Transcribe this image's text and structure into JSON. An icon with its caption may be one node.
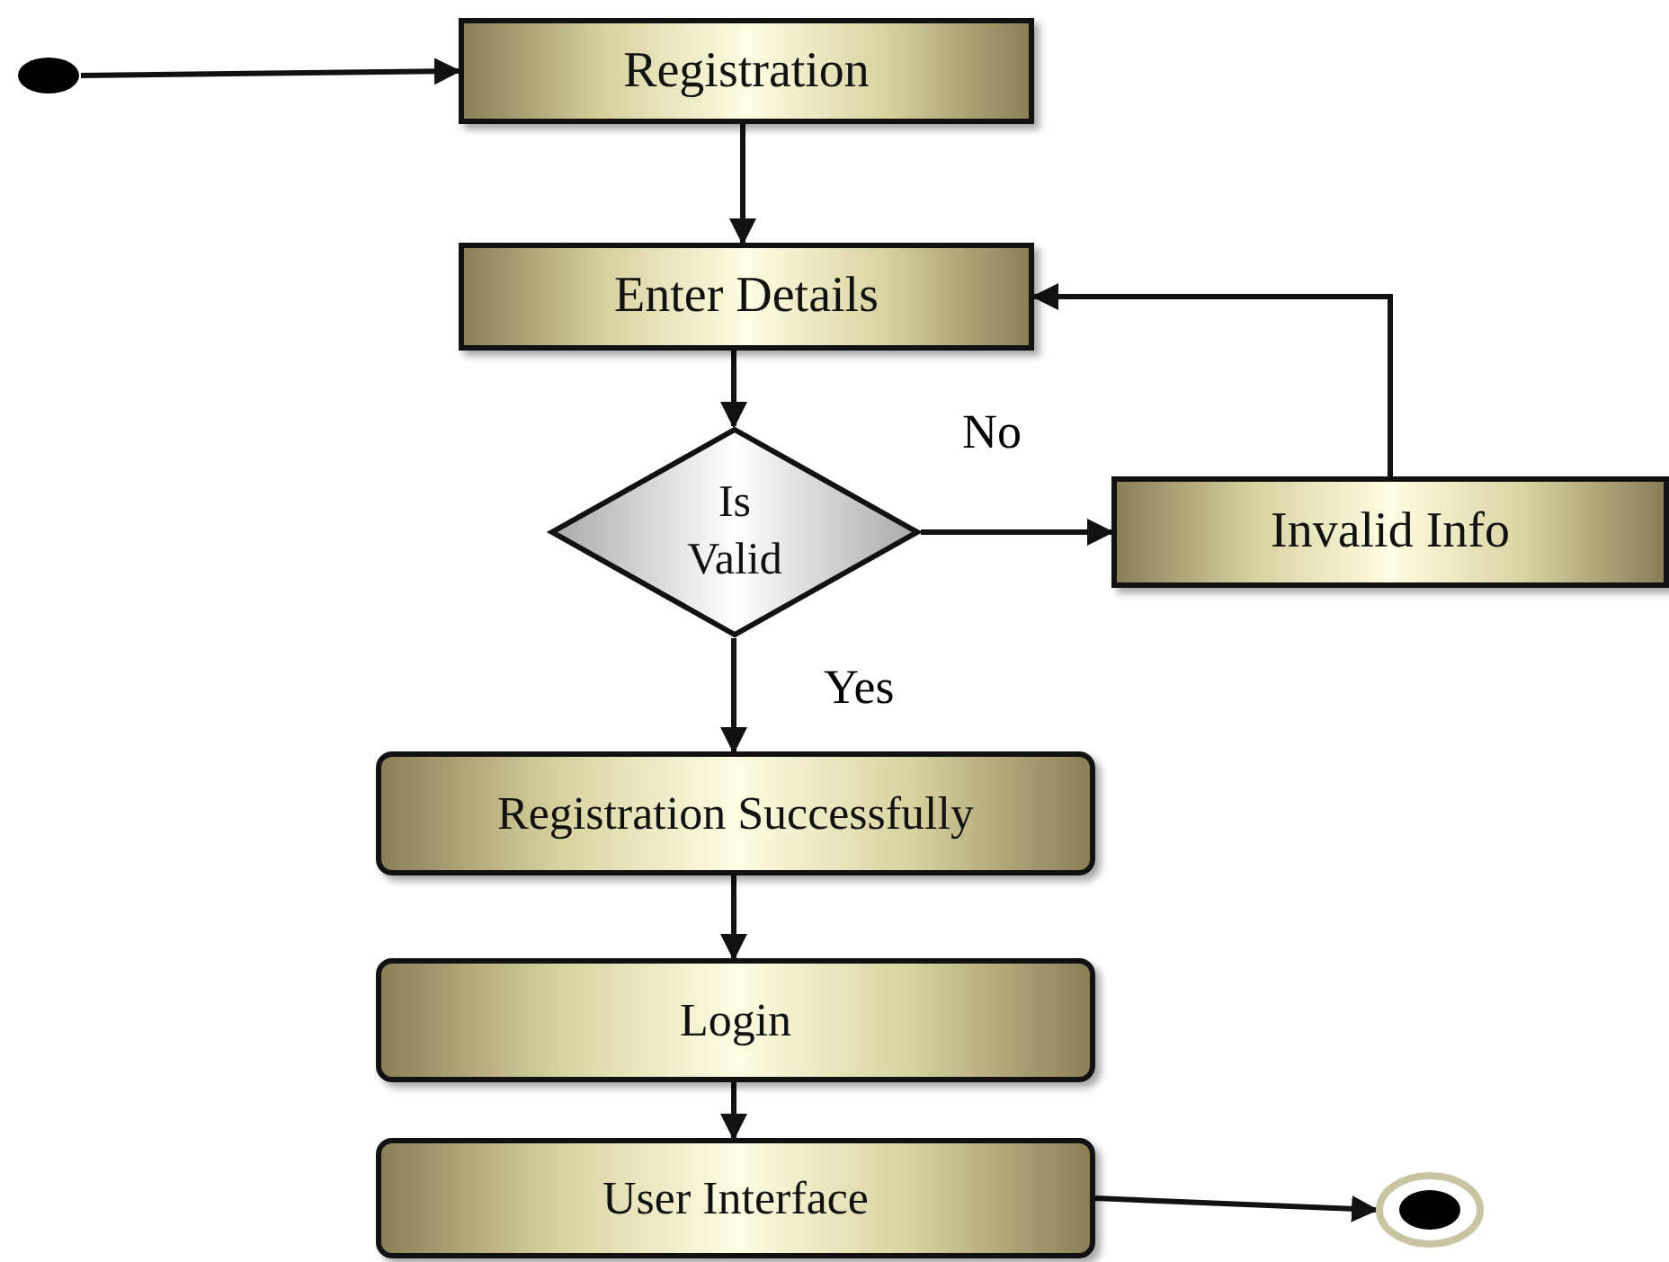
{
  "diagram": {
    "nodes": [
      {
        "text": [],
        "shape": "circle"
      },
      {
        "text": [
          "Registration"
        ]
      },
      {
        "text": [
          "Enter Details"
        ]
      },
      {
        "text": [
          "Is Valid"
        ]
      },
      {
        "text": [
          "Invalid Info"
        ]
      },
      {
        "text": [
          "Registration Successfully"
        ]
      },
      {
        "text": [
          "Login"
        ]
      },
      {
        "text": [
          "User Interface"
        ]
      },
      {
        "text": [],
        "shape": "circle"
      }
    ],
    "edges": [
      {
        "from": 0,
        "to": 1,
        "arrow": "to"
      },
      {
        "from": 1,
        "to": 2,
        "arrow": "to"
      },
      {
        "from": 2,
        "to": 3,
        "arrow": "to"
      },
      {
        "from": 3,
        "to": 4,
        "arrow": "to",
        "label": "No"
      },
      {
        "from": 4,
        "to": 2,
        "arrow": "to"
      },
      {
        "from": 3,
        "to": 5,
        "arrow": "to",
        "label": "Yes"
      },
      {
        "from": 5,
        "to": 6,
        "arrow": "to"
      },
      {
        "from": 6,
        "to": 7,
        "arrow": "to"
      },
      {
        "from": 7,
        "to": 8,
        "arrow": "to"
      }
    ]
  }
}
